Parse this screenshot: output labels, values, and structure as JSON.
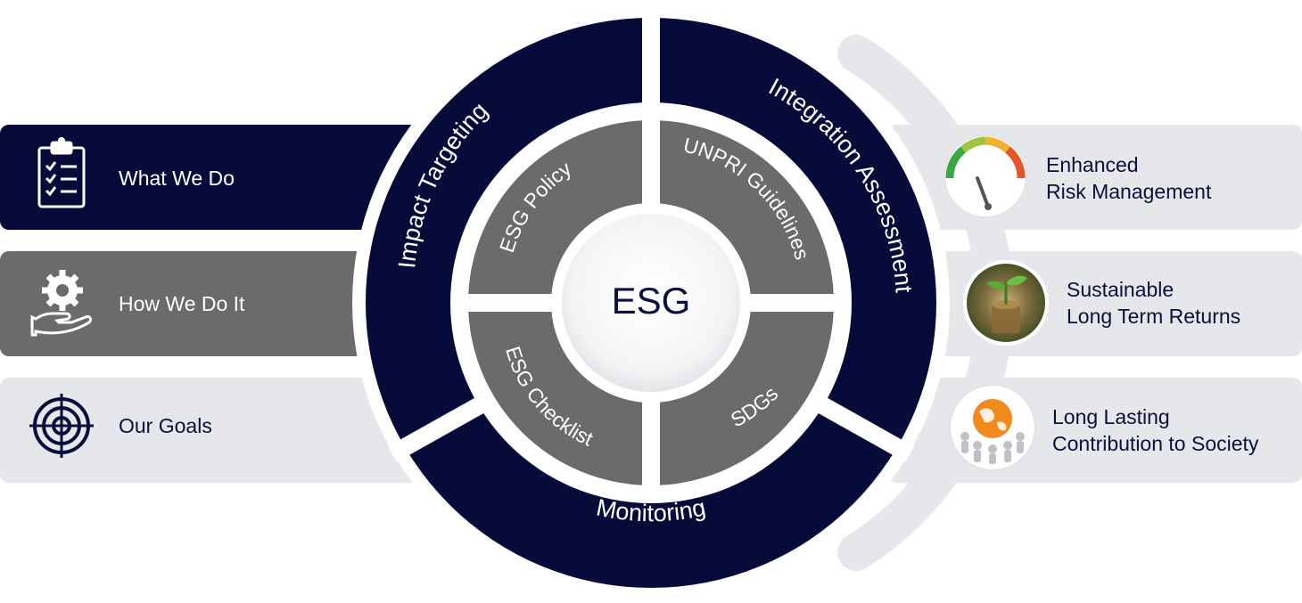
{
  "colors": {
    "navy": "#070b3a",
    "gray": "#6b6b6b",
    "light_gray": "#e6e7eb",
    "white": "#ffffff"
  },
  "left_items": [
    {
      "label": "What We Do",
      "icon": "clipboard-checklist-icon"
    },
    {
      "label": "How We Do It",
      "icon": "gear-hand-icon"
    },
    {
      "label": "Our Goals",
      "icon": "target-icon"
    }
  ],
  "outer_ring": {
    "impact_targeting": "Impact Targeting",
    "integration_assessment": "Integration Assessment",
    "monitoring": "Monitoring"
  },
  "inner_ring": {
    "esg_policy": "ESG Policy",
    "unpri_guidelines": "UNPRI Guidelines",
    "esg_checklist": "ESG Checklist",
    "sdgs": "SDGs"
  },
  "center": {
    "label": "ESG"
  },
  "right_items": [
    {
      "line1": "Enhanced",
      "line2": "Risk Management",
      "icon": "gauge-icon"
    },
    {
      "line1": "Sustainable",
      "line2": "Long Term Returns",
      "icon": "plant-coins-icon"
    },
    {
      "line1": "Long Lasting",
      "line2": "Contribution to Society",
      "icon": "globe-people-icon"
    }
  ]
}
